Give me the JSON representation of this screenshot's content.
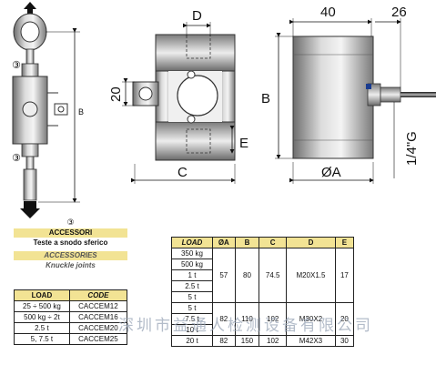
{
  "labels": {
    "d": "D",
    "a40": "40",
    "a26": "26",
    "b_big": "B",
    "b_small": "B",
    "a20": "20",
    "e": "E",
    "c": "C",
    "phi_a": "ØA",
    "thread": "1/4\"G",
    "mark3_top": "③",
    "mark3_bottom": "③"
  },
  "accessories": {
    "circle": "③",
    "title_it": "ACCESSORI",
    "subtitle_it": "Teste a snodo sferico",
    "title_en": "ACCESSORIES",
    "subtitle_en": "Knuckle joints"
  },
  "acc_table": {
    "headers": [
      "LOAD",
      "CODE"
    ],
    "rows": [
      [
        "25 ÷ 500 kg",
        "CACCEM12"
      ],
      [
        "500 kg ÷ 2t",
        "CACCEM16"
      ],
      [
        "2.5 t",
        "CACCEM20"
      ],
      [
        "5, 7.5 t",
        "CACCEM25"
      ]
    ]
  },
  "load_table": {
    "headers": [
      "LOAD",
      "ØA",
      "B",
      "C",
      "D",
      "E"
    ],
    "group1_loads": [
      "350 kg",
      "500 kg",
      "1 t",
      "2.5 t",
      "5 t"
    ],
    "group1_values": [
      "57",
      "80",
      "74.5",
      "M20X1.5",
      "17"
    ],
    "row_5t": "5 t",
    "row_75t": [
      "7.5 t",
      "82",
      "110",
      "102",
      "M30X2",
      "20"
    ],
    "row_10t": "10 t",
    "row_20t": [
      "20 t",
      "82",
      "150",
      "102",
      "M42X3",
      "30"
    ]
  },
  "watermark": "深圳市益通人检测设备有限公司",
  "colors": {
    "band": "#f2e394",
    "accent_blue": "#1a3c8f"
  }
}
